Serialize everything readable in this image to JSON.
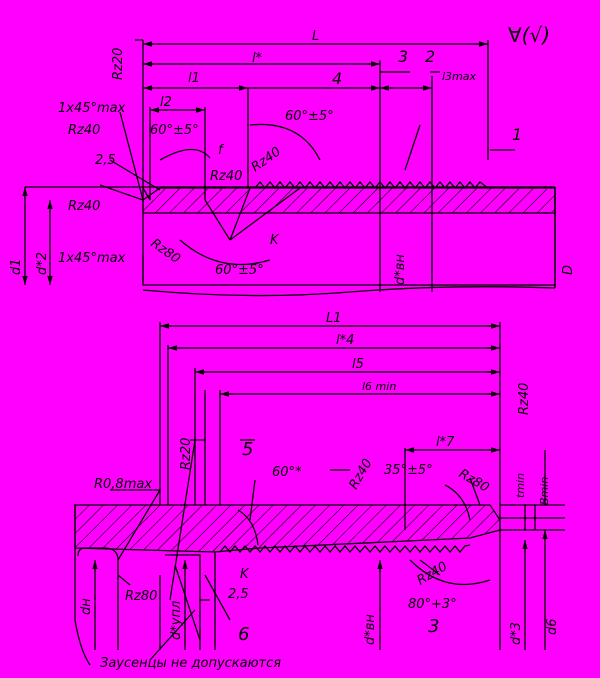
{
  "colors": {
    "background": "#ff00ff",
    "ink": "#000000"
  },
  "top_view": {
    "roughness_symbol": "∀(√)",
    "dims": {
      "L": "L",
      "l_star": "l*",
      "l1": "l1",
      "l2": "l2",
      "l3max": "l3max",
      "f": "f",
      "d1": "d1",
      "d2_star": "d*2",
      "dvn_star": "d*вн",
      "D": "D"
    },
    "notes": {
      "chamfer_top": "1x45°max",
      "chamfer_bottom": "1x45°max",
      "angle_a": "60°±5°",
      "angle_b": "60°±5°",
      "angle_c": "60°±5°",
      "width_2_5": "2,5",
      "k": "K"
    },
    "roughness": {
      "rz20": "Rz20",
      "rz40_a": "Rz40",
      "rz40_b": "Rz40",
      "rz40_c": "Rz40",
      "rz40_d": "Rz40",
      "rz80": "Rz80"
    },
    "callouts": {
      "c1": "1",
      "c2": "2",
      "c3": "3",
      "c4": "4"
    }
  },
  "bottom_view": {
    "dims": {
      "L1": "L1",
      "l4_star": "l*4",
      "l5": "l5",
      "l6min": "l6 min",
      "l7_star": "l*7",
      "tmin": "tmin",
      "Bmin": "Bmin",
      "dn": "dн",
      "dupl": "d*упл",
      "dvn_star": "d*вн",
      "d3_star": "d*3",
      "d6": "d6"
    },
    "notes": {
      "radius": "R0,8max",
      "angle_60": "60°*",
      "angle_35": "35°±5°",
      "angle_80": "80°+3°",
      "width_2_5": "2,5",
      "k": "K",
      "burrs": "Заусенцы не допускаются"
    },
    "roughness": {
      "rz20": "Rz20",
      "rz40_a": "Rz40",
      "rz40_b": "Rz40",
      "rz40_c": "Rz40",
      "rz80_a": "Rz80",
      "rz80_b": "Rz80"
    },
    "callouts": {
      "c3": "3",
      "c5": "5",
      "c6": "6"
    }
  }
}
